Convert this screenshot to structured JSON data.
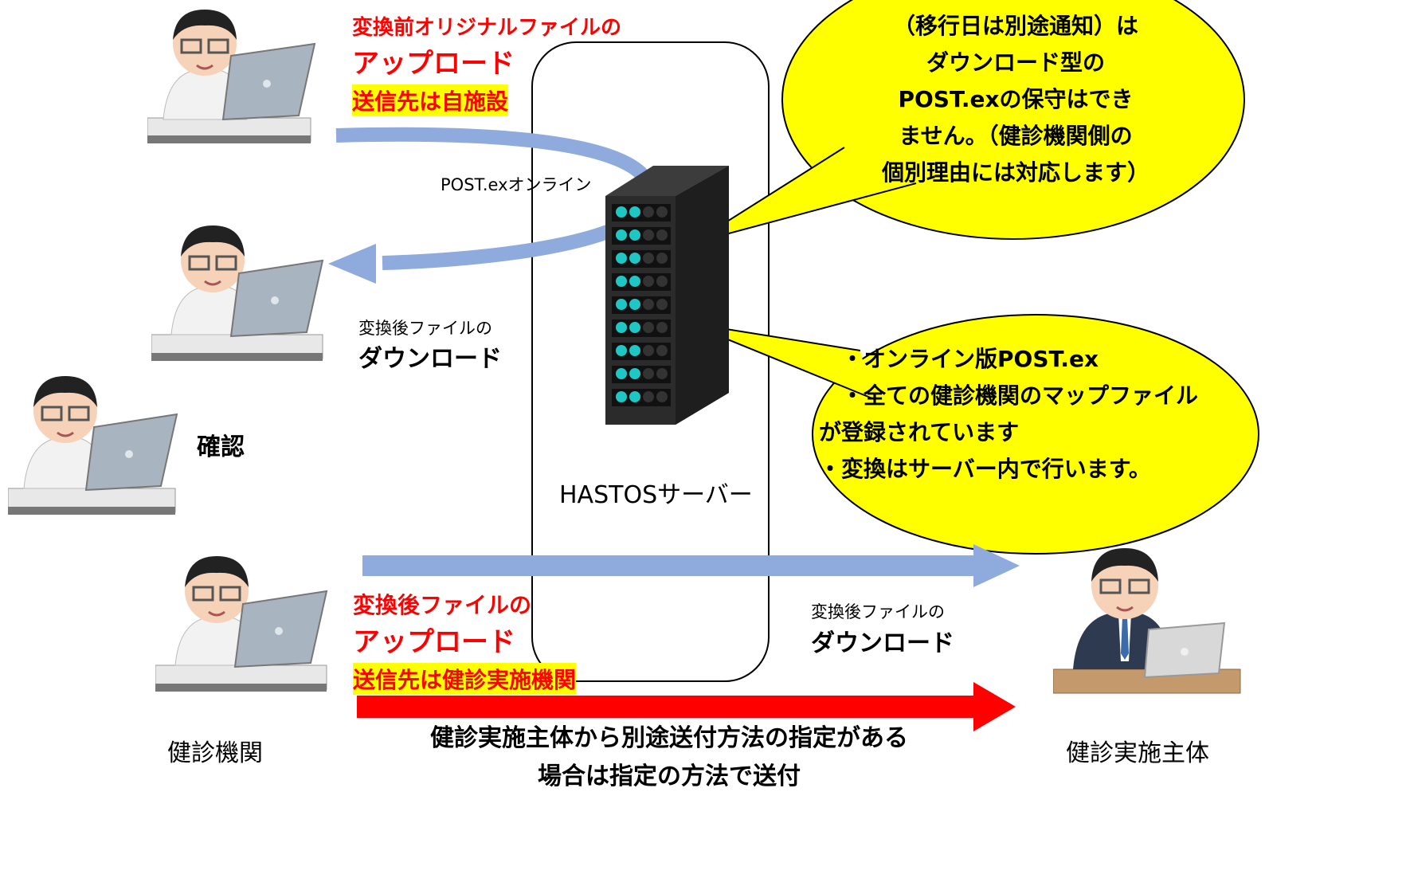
{
  "colors": {
    "arrow_blue": "#8faadc",
    "arrow_red": "#ff0000",
    "callout_fill": "#ffff00",
    "text_red": "#ff0000",
    "highlight": "#ffff00",
    "server_body": "#2b2b2b",
    "server_led": "#1ec7c3"
  },
  "icons": {
    "person": "doctor-with-laptop-icon",
    "implementer": "office-worker-with-laptop-icon",
    "server": "server-rack-icon"
  },
  "upload_top": {
    "line1": "変換前オリジナルファイルの",
    "line2": "アップロード",
    "line3": "送信先は自施設"
  },
  "online_label": "POST.exオンライン",
  "download_mid": {
    "line1": "変換後ファイルの",
    "line2": "ダウンロード"
  },
  "confirm_label": "確認",
  "server_label": "HASTOSサーバー",
  "callout_top": {
    "lines": [
      "（移行日は別途通知）は",
      "ダウンロード型の",
      "POST.exの保守はでき",
      "ません。（健診機関側の",
      "個別理由には対応します）"
    ]
  },
  "callout_bottom": {
    "lines": [
      "・オンライン版POST.ex",
      "・全ての健診機関のマップファイル",
      "が登録されています",
      "・変換はサーバー内で行います。"
    ]
  },
  "upload_bottom": {
    "line1": "変換後ファイルの",
    "line2": "アップロード",
    "line3": "送信先は健診実施機関"
  },
  "download_right": {
    "line1": "変換後ファイルの",
    "line2": "ダウンロード"
  },
  "label_institution": "健診機関",
  "label_implementer": "健診実施主体",
  "bottom_note": {
    "line1": "健診実施主体から別途送付方法の指定がある",
    "line2": "場合は指定の方法で送付"
  }
}
